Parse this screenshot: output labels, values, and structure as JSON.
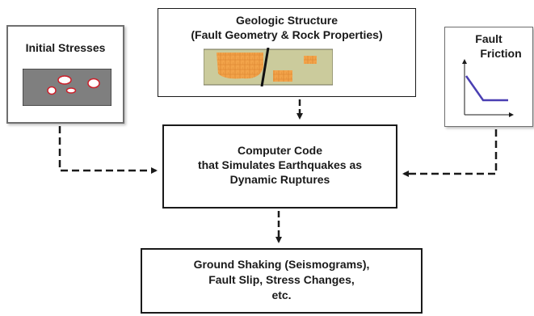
{
  "diagram": {
    "initial_stresses": {
      "label": "Initial Stresses"
    },
    "geologic_structure": {
      "title_line1": "Geologic Structure",
      "title_line2": "(Fault Geometry & Rock Properties)"
    },
    "fault_friction": {
      "label_line1": "Fault",
      "label_line2": "Friction"
    },
    "computer_code": {
      "line1": "Computer Code",
      "line2": "that Simulates Earthquakes as",
      "line3": "Dynamic Ruptures"
    },
    "output": {
      "line1": "Ground Shaking (Seismograms),",
      "line2": "Fault Slip, Stress Changes,",
      "line3": "etc."
    }
  },
  "colors": {
    "border": "#1a1a1a",
    "stress_panel": "#7f7f7f",
    "stress_hole_outline": "#cc1f2a",
    "geology_background": "#cbcb9c",
    "rock_patch": "#f2a34a",
    "friction_curve": "#4a3fb2"
  }
}
